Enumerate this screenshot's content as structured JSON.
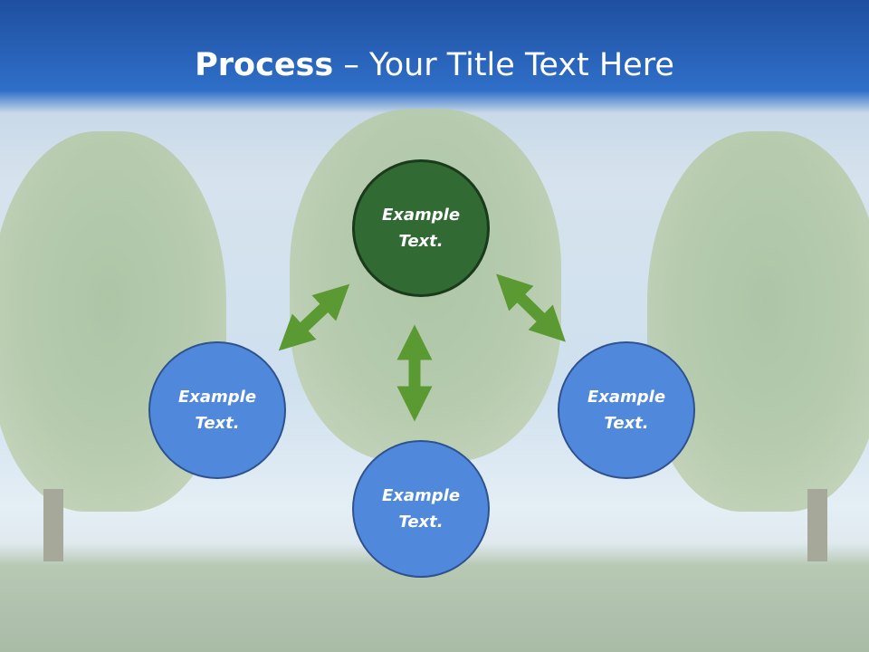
{
  "title": {
    "bold": "Process",
    "rest": " – Your Title Text Here"
  },
  "nodes": [
    {
      "line1": "Example",
      "line2": "Text."
    },
    {
      "line1": "Example",
      "line2": "Text."
    },
    {
      "line1": "Example",
      "line2": "Text."
    },
    {
      "line1": "Example",
      "line2": "Text."
    }
  ],
  "colors": {
    "main": "#316a33",
    "node": "#5089dc",
    "arrow": "#5b9a32"
  }
}
